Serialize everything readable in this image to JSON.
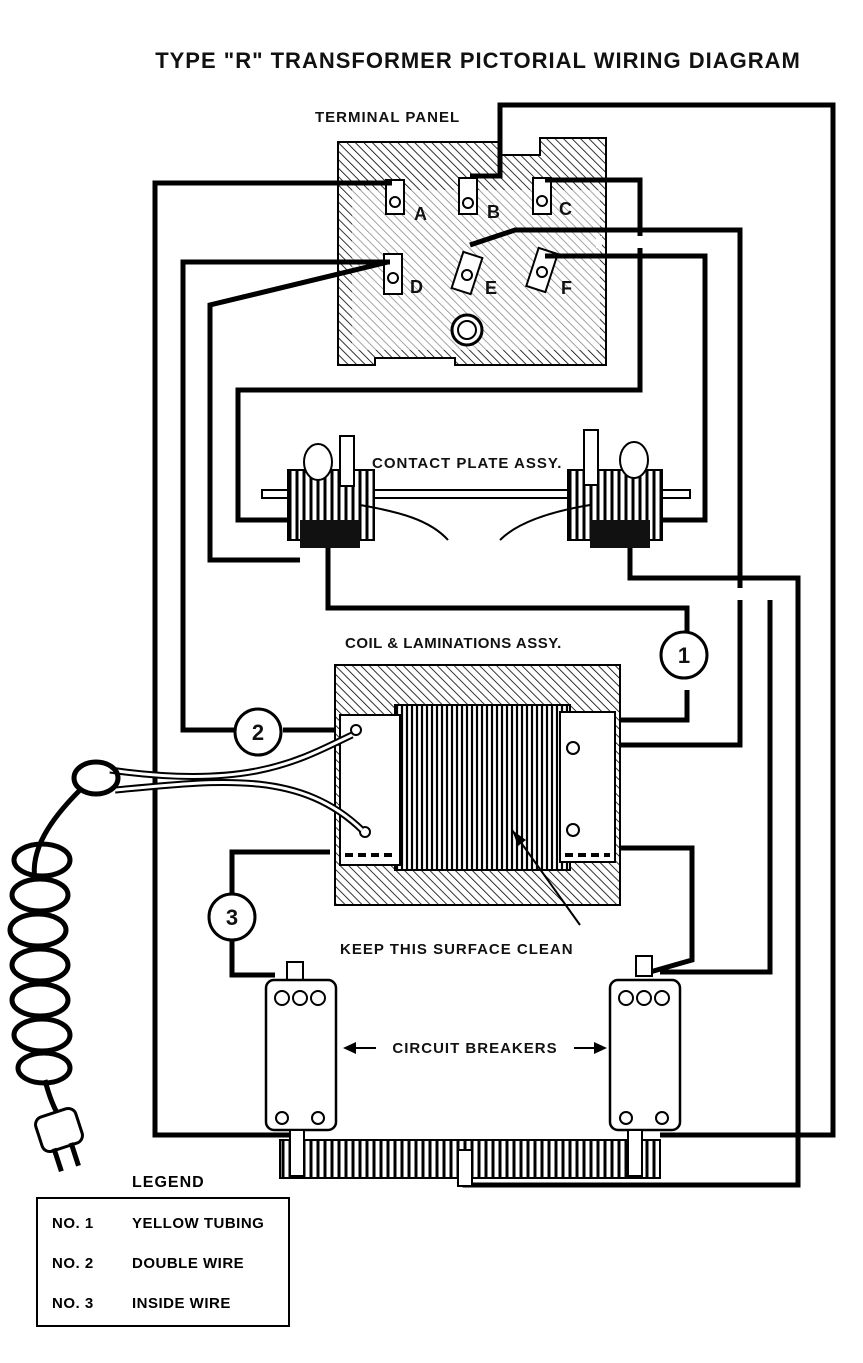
{
  "title": "TYPE \"R\" TRANSFORMER PICTORIAL WIRING DIAGRAM",
  "labels": {
    "terminal_panel": "TERMINAL PANEL",
    "contact_plate": "CONTACT PLATE ASSY.",
    "coil": "COIL & LAMINATIONS ASSY.",
    "keep_clean": "KEEP THIS SURFACE CLEAN",
    "circuit_breakers": "CIRCUIT BREAKERS"
  },
  "terminals": [
    "A",
    "B",
    "C",
    "D",
    "E",
    "F"
  ],
  "wire_numbers": [
    "1",
    "2",
    "3"
  ],
  "legend": {
    "title": "LEGEND",
    "items": [
      {
        "no": "NO. 1",
        "desc": "YELLOW TUBING"
      },
      {
        "no": "NO. 2",
        "desc": "DOUBLE WIRE"
      },
      {
        "no": "NO. 3",
        "desc": "INSIDE WIRE"
      }
    ]
  }
}
